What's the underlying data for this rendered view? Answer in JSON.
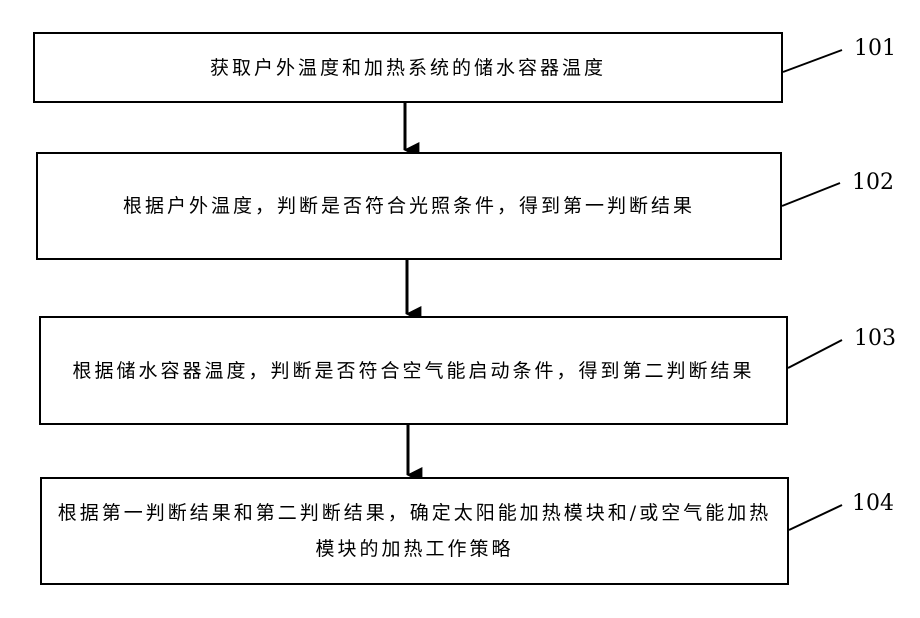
{
  "steps": [
    {
      "id": "101",
      "text": "获取户外温度和加热系统的储水容器温度"
    },
    {
      "id": "102",
      "text": "根据户外温度，判断是否符合光照条件，得到第一判断结果"
    },
    {
      "id": "103",
      "text": "根据储水容器温度，判断是否符合空气能启动条件，得到第二判断结果"
    },
    {
      "id": "104",
      "text": "根据第一判断结果和第二判断结果，确定太阳能加热模块和/或空气能加热模块的加热工作策略"
    }
  ]
}
